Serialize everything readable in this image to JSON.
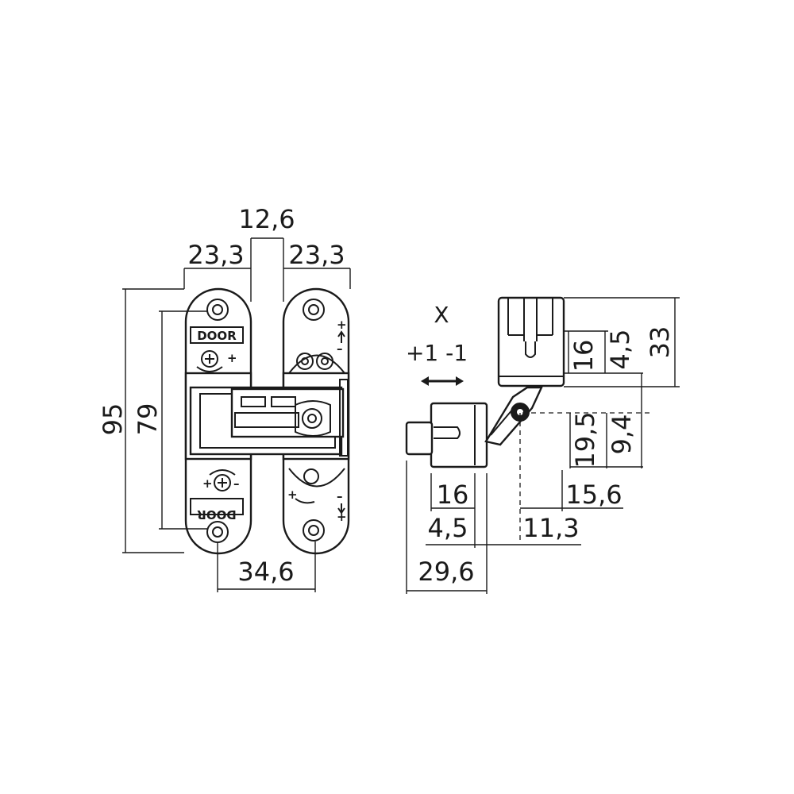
{
  "front_view": {
    "dims": {
      "gap_width": "12,6",
      "left_plate_width": "23,3",
      "right_plate_width": "23,3",
      "total_height": "95",
      "hole_spacing": "79",
      "hole_distance": "34,6"
    },
    "plate_label_top": "DOOR",
    "plate_label_bottom": "DOOR"
  },
  "side_view": {
    "adjust_axis": "X",
    "adjust_range": "+1 -1",
    "dims": {
      "body_depth_upper": "16",
      "offset_upper": "4,5",
      "total_depth_upper": "33",
      "depth_lower_a": "19,5",
      "depth_lower_b": "9,4",
      "body_depth_lower": "16",
      "offset_lower": "4,5",
      "pivot_to_edge": "15,6",
      "pivot_offset": "11,3",
      "total_width": "29,6"
    }
  }
}
